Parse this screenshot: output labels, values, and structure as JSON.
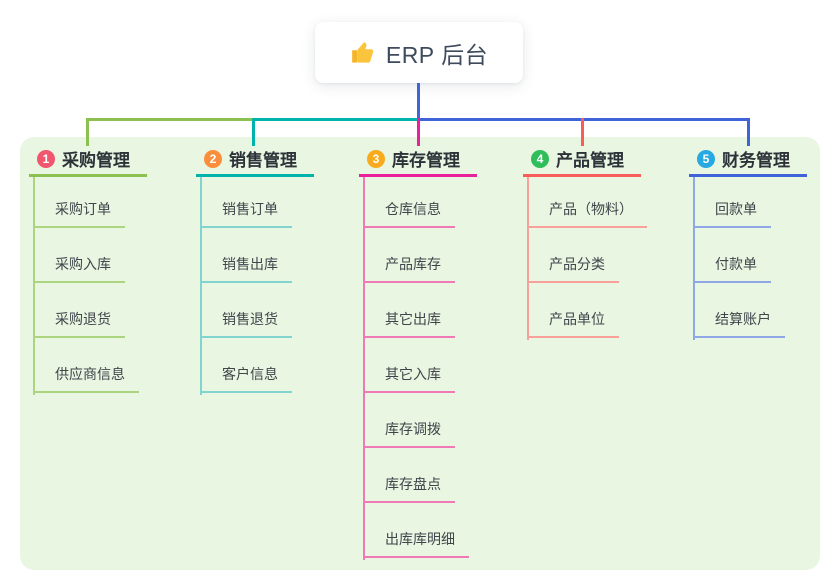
{
  "root": {
    "label": "ERP 后台",
    "icon": "thumbs-up-icon"
  },
  "canvas": {
    "panel_bg": "#e9f6e2",
    "root_connector_color": "#3f63d8"
  },
  "branches": [
    {
      "index": "1",
      "label": "采购管理",
      "color": "#8cc152",
      "light_color": "#abd67f",
      "badge_color": "#f0566e",
      "children": [
        "采购订单",
        "采购入库",
        "采购退货",
        "供应商信息"
      ]
    },
    {
      "index": "2",
      "label": "销售管理",
      "color": "#00b3ab",
      "light_color": "#82d5cf",
      "badge_color": "#fb8e3c",
      "children": [
        "销售订单",
        "销售出库",
        "销售退货",
        "客户信息"
      ]
    },
    {
      "index": "3",
      "label": "库存管理",
      "color": "#e9219b",
      "light_color": "#ef7ab5",
      "badge_color": "#f8ab1c",
      "children": [
        "仓库信息",
        "产品库存",
        "其它出库",
        "其它入库",
        "库存调拨",
        "库存盘点",
        "出库库明细"
      ]
    },
    {
      "index": "4",
      "label": "产品管理",
      "color": "#f75e59",
      "light_color": "#f9a09b",
      "badge_color": "#2fbe59",
      "children": [
        "产品（物料）",
        "产品分类",
        "产品单位"
      ]
    },
    {
      "index": "5",
      "label": "财务管理",
      "color": "#3f63d8",
      "light_color": "#8fa7e4",
      "badge_color": "#29a9e1",
      "children": [
        "回款单",
        "付款单",
        "结算账户"
      ]
    }
  ]
}
